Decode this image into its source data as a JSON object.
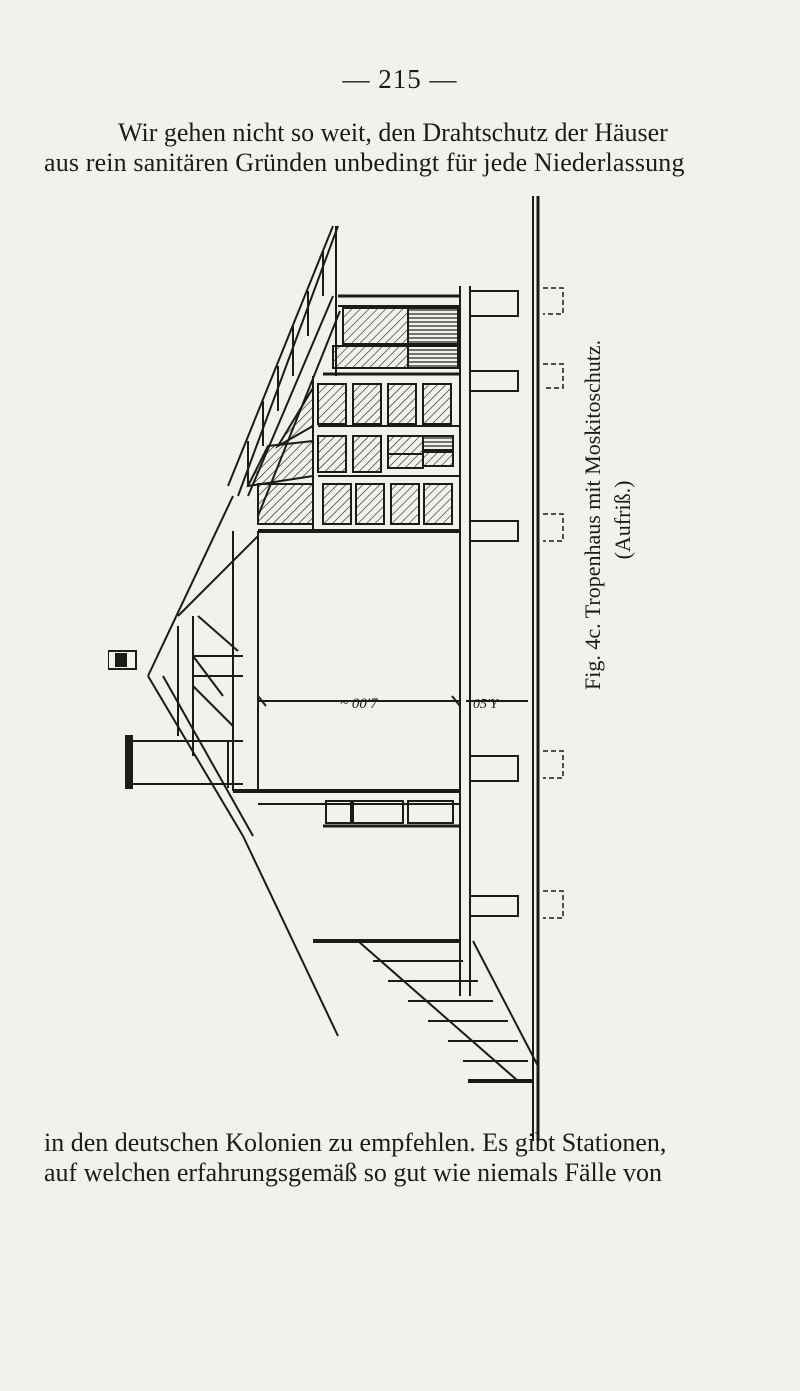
{
  "page": {
    "number": "— 215 —"
  },
  "text": {
    "top_line1": "Wir gehen nicht so weit, den Drahtschutz der Häuser",
    "top_line2": "aus rein sanitären Gründen unbedingt für jede Niederlassung",
    "bottom_line1": "in den deutschen Kolonien zu empfehlen. Es gibt Stationen,",
    "bottom_line2": "auf welchen erfahrungsgemäß so gut wie niemals Fälle von"
  },
  "figure": {
    "caption_line1": "Fig. 4c. Tropenhaus mit Moskitoschutz.",
    "caption_line2": "(Aufriß.)",
    "dimension_left": "~ 00'7",
    "dimension_right": "05'Y"
  },
  "colors": {
    "paper": "#f3f1ec",
    "ink": "#1d1b19"
  }
}
